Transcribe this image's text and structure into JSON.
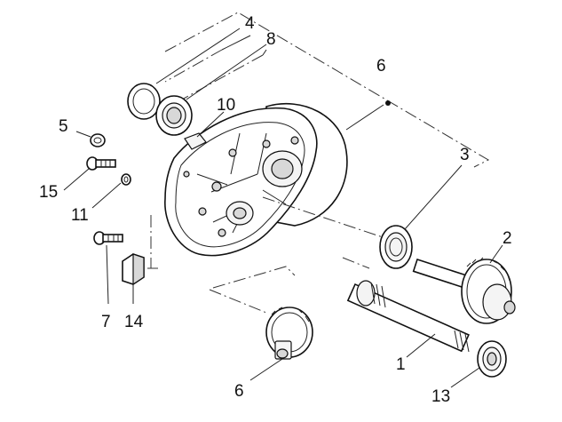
{
  "callouts": {
    "c1": "1",
    "c2": "2",
    "c3": "3",
    "c4": "4",
    "c5": "5",
    "c6_top": "6",
    "c6_bottom": "6",
    "c7": "7",
    "c8": "8",
    "c10": "10",
    "c11": "11",
    "c13": "13",
    "c14": "14",
    "c15": "15"
  }
}
